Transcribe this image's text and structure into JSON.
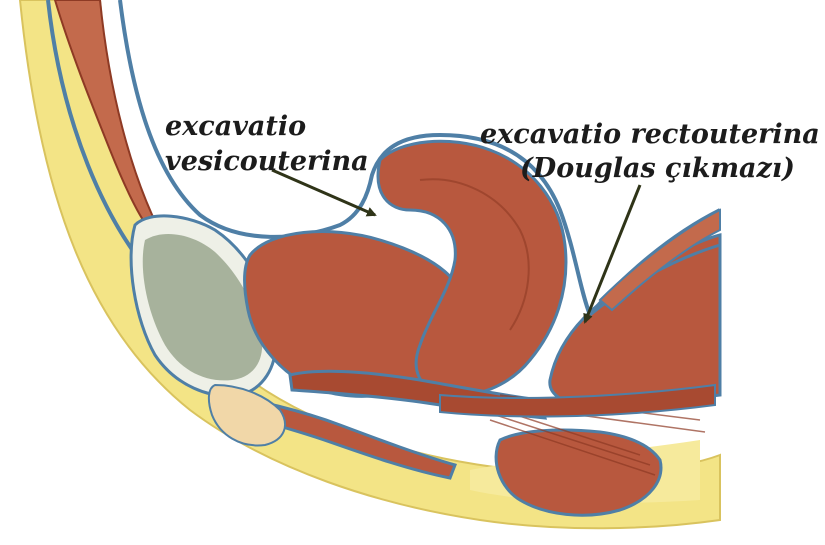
{
  "labels": {
    "vesicouterina_line1": "excavatio",
    "vesicouterina_line2": "vesicouterina",
    "rectouterina_line1": "excavatio rectouterina",
    "rectouterina_line2": "(Douglas çıkmazı)"
  },
  "colors": {
    "background": "#ffffff",
    "fat": "#f3e486",
    "muscle": "#b8583e",
    "muscle_dark": "#8e3a24",
    "peritoneum": "#4f7fa6",
    "bladder_content": "#9eab93",
    "text": "#1c1c1c",
    "pointer": "#2f3418"
  }
}
